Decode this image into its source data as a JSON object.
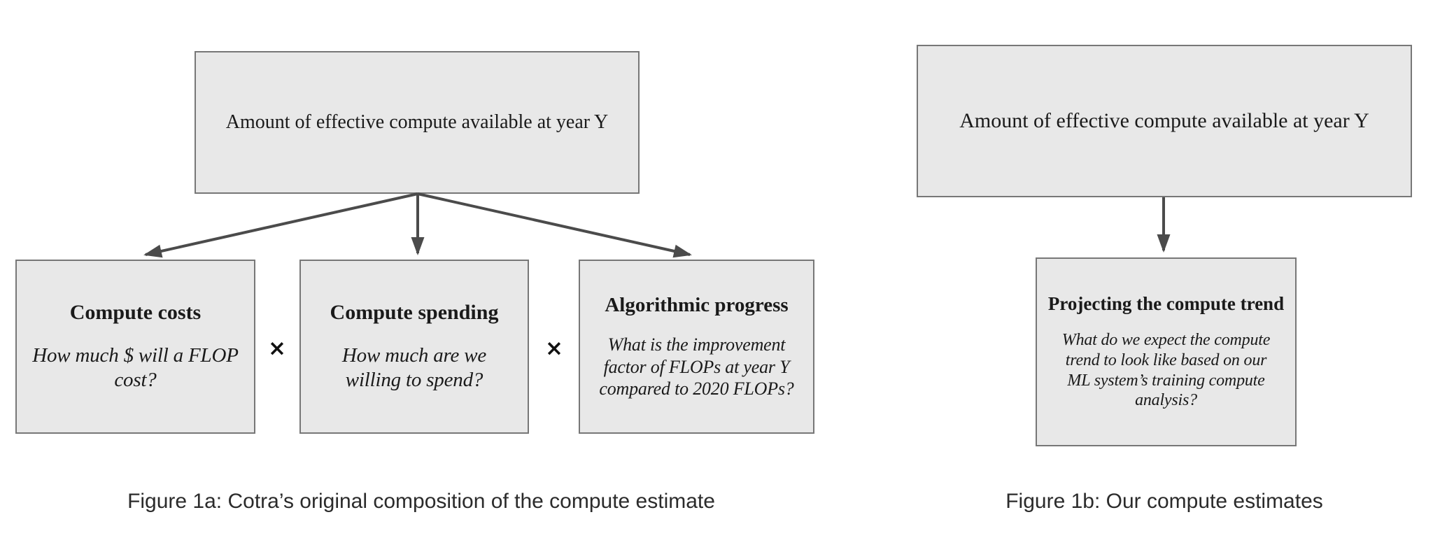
{
  "colors": {
    "box_fill": "#e8e8e8",
    "box_border": "#777777",
    "arrow": "#4b4b4b",
    "text": "#1a1a1a",
    "caption": "#2b2b2b"
  },
  "figure_1a": {
    "top_box": {
      "text": "Amount of effective compute available at year Y"
    },
    "boxes": [
      {
        "title": "Compute costs",
        "question": "How much $ will a FLOP\ncost?"
      },
      {
        "title": "Compute spending",
        "question": "How much are we\nwilling to spend?"
      },
      {
        "title": "Algorithmic progress",
        "question": "What is the improvement\nfactor of FLOPs at year Y\ncompared to 2020 FLOPs?"
      }
    ],
    "operators": [
      "×",
      "×"
    ],
    "caption": "Figure 1a: Cotra’s original composition of the compute estimate"
  },
  "figure_1b": {
    "top_box": {
      "text": "Amount of effective compute available at year Y"
    },
    "box": {
      "title": "Projecting the compute trend",
      "question": "What do we expect the compute\ntrend to look like based on our\nML system’s training compute\nanalysis?"
    },
    "caption": "Figure 1b: Our compute estimates"
  }
}
